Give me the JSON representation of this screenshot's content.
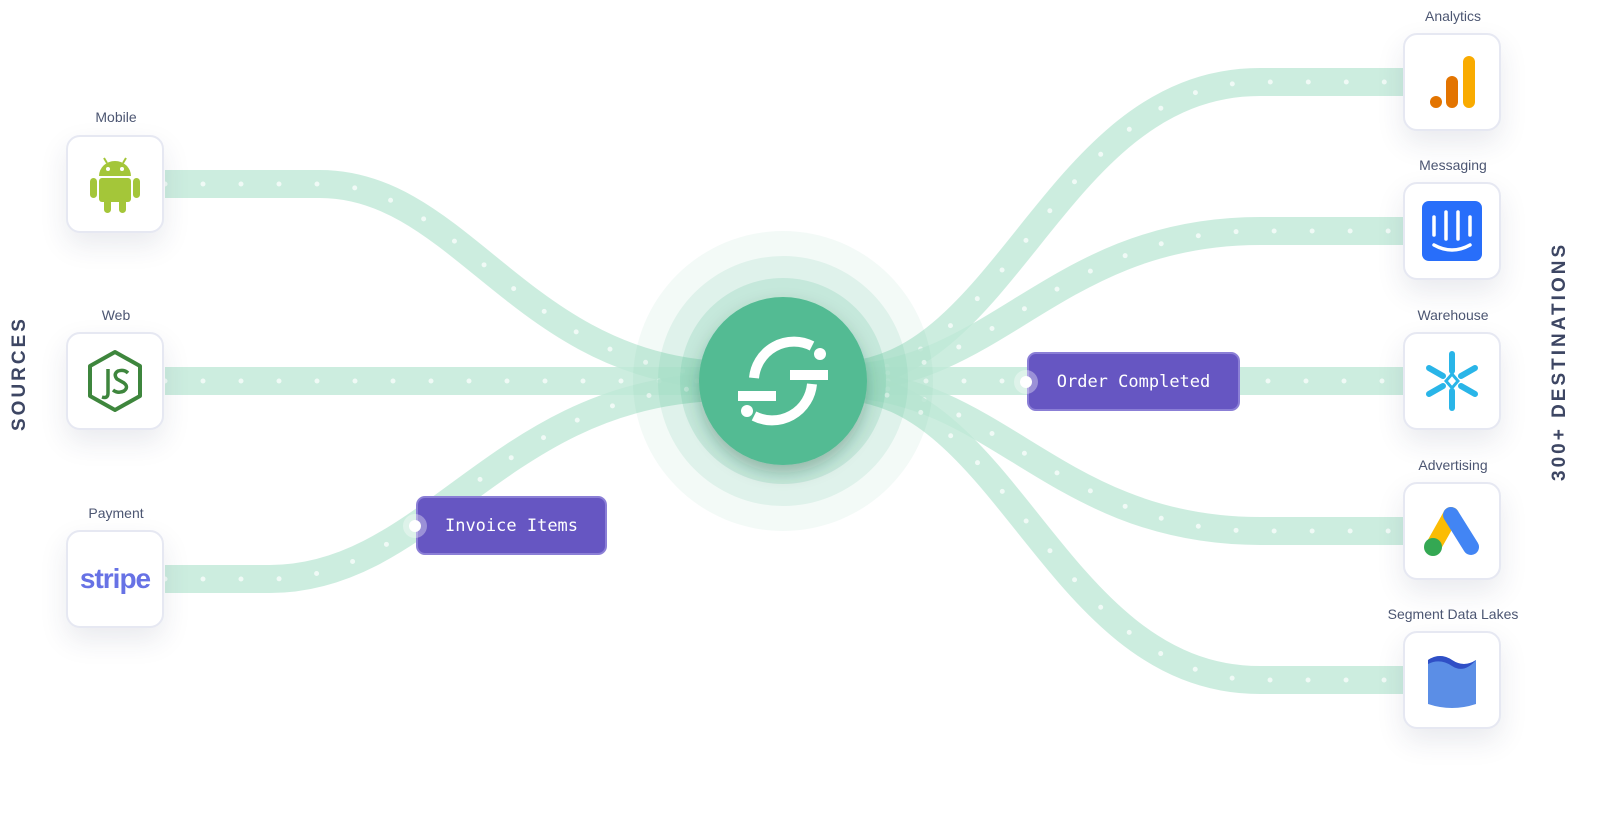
{
  "sources_label": "SOURCES",
  "destinations_label": "300+ DESTINATIONS",
  "sources": [
    {
      "label": "Mobile",
      "icon": "android-icon"
    },
    {
      "label": "Web",
      "icon": "nodejs-icon"
    },
    {
      "label": "Payment",
      "icon": "stripe-logo",
      "logo_text": "stripe"
    }
  ],
  "destinations": [
    {
      "label": "Analytics",
      "icon": "google-analytics-icon"
    },
    {
      "label": "Messaging",
      "icon": "intercom-icon"
    },
    {
      "label": "Warehouse",
      "icon": "snowflake-icon"
    },
    {
      "label": "Advertising",
      "icon": "google-ads-icon"
    },
    {
      "label": "Segment Data Lakes",
      "icon": "data-lake-icon"
    }
  ],
  "events": {
    "invoice": "Invoice Items",
    "order": "Order Completed"
  },
  "colors": {
    "flow": "#bfe8d7",
    "hub": "#52bb93",
    "event": "#6656c2"
  }
}
